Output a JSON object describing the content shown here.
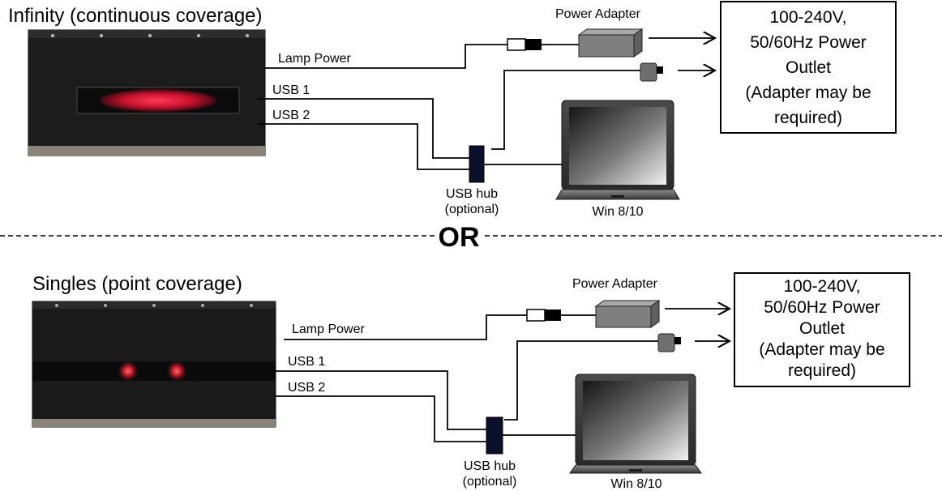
{
  "divider": {
    "label": "OR"
  },
  "colors": {
    "line": "#000000",
    "adapter": "#7f7f7f",
    "box": "#1f1f1f",
    "lamp": "#d6173b"
  },
  "sections": [
    {
      "title": "Infinity (continuous coverage)",
      "lamp_power_label": "Lamp Power",
      "usb1_label": "USB 1",
      "usb2_label": "USB 2",
      "power_adapter_label": "Power Adapter",
      "hub_label_1": "USB hub",
      "hub_label_2": "(optional)",
      "laptop_label": "Win 8/10",
      "outlet_lines": [
        "100-240V,",
        "50/60Hz Power",
        "Outlet",
        "(Adapter may be",
        "required)"
      ]
    },
    {
      "title": "Singles (point coverage)",
      "lamp_power_label": "Lamp Power",
      "usb1_label": "USB 1",
      "usb2_label": "USB 2",
      "power_adapter_label": "Power Adapter",
      "hub_label_1": "USB hub",
      "hub_label_2": "(optional)",
      "laptop_label": "Win 8/10",
      "outlet_lines": [
        "100-240V,",
        "50/60Hz Power",
        "Outlet",
        "(Adapter may be",
        "required)"
      ]
    }
  ]
}
